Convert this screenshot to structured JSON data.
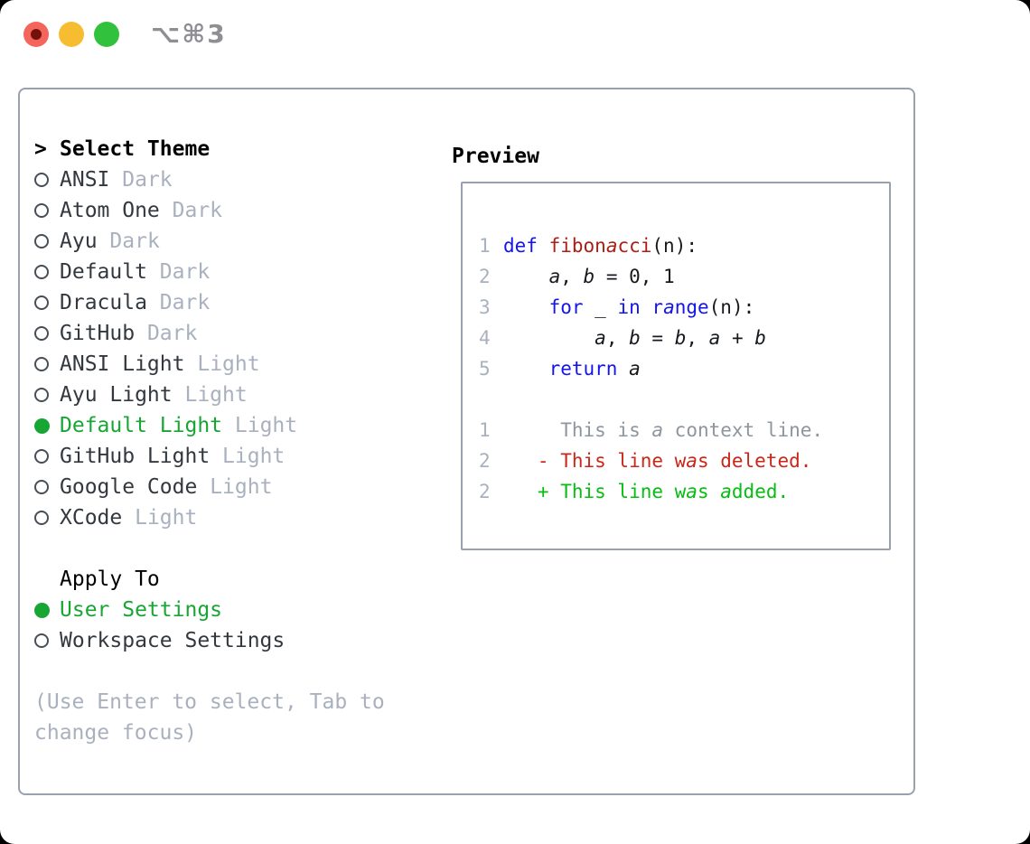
{
  "titlebar": {
    "shortcut": "⌥⌘3"
  },
  "colors": {
    "selection_green": "#17A634",
    "keyword_blue": "#1414F0",
    "function_red": "#AA1E15",
    "code_black": "#16191D",
    "context_gray": "#8D959F",
    "deleted_red": "#CB2718",
    "added_green": "#05BE11",
    "line_number_gray": "#A9B1BE",
    "muted_gray": "#A9B1BE",
    "item_text": "#33383F",
    "border_gray": "#98A1AD",
    "traffic_red": "#F4655B",
    "traffic_yellow": "#F6BD30",
    "traffic_green": "#32C13C"
  },
  "sidebar": {
    "prompt": ">",
    "header": "Select Theme",
    "items": [
      {
        "name": "ANSI",
        "variant": "Dark",
        "selected": false
      },
      {
        "name": "Atom One",
        "variant": "Dark",
        "selected": false
      },
      {
        "name": "Ayu",
        "variant": "Dark",
        "selected": false
      },
      {
        "name": "Default",
        "variant": "Dark",
        "selected": false
      },
      {
        "name": "Dracula",
        "variant": "Dark",
        "selected": false
      },
      {
        "name": "GitHub",
        "variant": "Dark",
        "selected": false
      },
      {
        "name": "ANSI Light",
        "variant": "Light",
        "selected": false
      },
      {
        "name": "Ayu Light",
        "variant": "Light",
        "selected": false
      },
      {
        "name": "Default Light",
        "variant": "Light",
        "selected": true
      },
      {
        "name": "GitHub Light",
        "variant": "Light",
        "selected": false
      },
      {
        "name": "Google Code",
        "variant": "Light",
        "selected": false
      },
      {
        "name": "XCode",
        "variant": "Light",
        "selected": false
      }
    ],
    "apply_to": {
      "label": "Apply To",
      "options": [
        {
          "label": "User Settings",
          "selected": true
        },
        {
          "label": "Workspace Settings",
          "selected": false
        }
      ]
    },
    "hint_lines": [
      "(Use Enter to select, Tab to",
      "change focus)"
    ]
  },
  "preview": {
    "title": "Preview",
    "lines": [
      {
        "num": "1",
        "segments": [
          {
            "t": "def",
            "c": "keyword_blue"
          },
          {
            "t": " ",
            "c": "code_black"
          },
          {
            "t": "fibonacci",
            "c": "function_red"
          },
          {
            "t": "(n):",
            "c": "code_black"
          }
        ]
      },
      {
        "num": "2",
        "segments": [
          {
            "t": "    ",
            "c": "code_black"
          },
          {
            "t": "a",
            "c": "code_black",
            "i": true
          },
          {
            "t": ", ",
            "c": "code_black"
          },
          {
            "t": "b",
            "c": "code_black",
            "i": true
          },
          {
            "t": " = 0, 1",
            "c": "code_black"
          }
        ]
      },
      {
        "num": "3",
        "segments": [
          {
            "t": "    ",
            "c": "code_black"
          },
          {
            "t": "for",
            "c": "keyword_blue"
          },
          {
            "t": " _ ",
            "c": "code_black"
          },
          {
            "t": "in",
            "c": "keyword_blue"
          },
          {
            "t": " ",
            "c": "code_black"
          },
          {
            "t": "range",
            "c": "keyword_blue"
          },
          {
            "t": "(n):",
            "c": "code_black"
          }
        ]
      },
      {
        "num": "4",
        "segments": [
          {
            "t": "        ",
            "c": "code_black"
          },
          {
            "t": "a",
            "c": "code_black",
            "i": true
          },
          {
            "t": ", ",
            "c": "code_black"
          },
          {
            "t": "b",
            "c": "code_black",
            "i": true
          },
          {
            "t": " = ",
            "c": "code_black"
          },
          {
            "t": "b",
            "c": "code_black",
            "i": true
          },
          {
            "t": ", ",
            "c": "code_black"
          },
          {
            "t": "a",
            "c": "code_black",
            "i": true
          },
          {
            "t": " + ",
            "c": "code_black"
          },
          {
            "t": "b",
            "c": "code_black",
            "i": true
          }
        ]
      },
      {
        "num": "5",
        "segments": [
          {
            "t": "    ",
            "c": "code_black"
          },
          {
            "t": "return",
            "c": "keyword_blue"
          },
          {
            "t": " ",
            "c": "code_black"
          },
          {
            "t": "a",
            "c": "code_black",
            "i": true
          }
        ]
      },
      {
        "num": "",
        "segments": []
      },
      {
        "num": "1",
        "segments": [
          {
            "t": "     This is a context line.",
            "c": "context_gray"
          }
        ]
      },
      {
        "num": "2",
        "segments": [
          {
            "t": "   - This line was deleted.",
            "c": "deleted_red"
          }
        ]
      },
      {
        "num": "2",
        "segments": [
          {
            "t": "   + This line was added.",
            "c": "added_green"
          }
        ]
      }
    ]
  }
}
